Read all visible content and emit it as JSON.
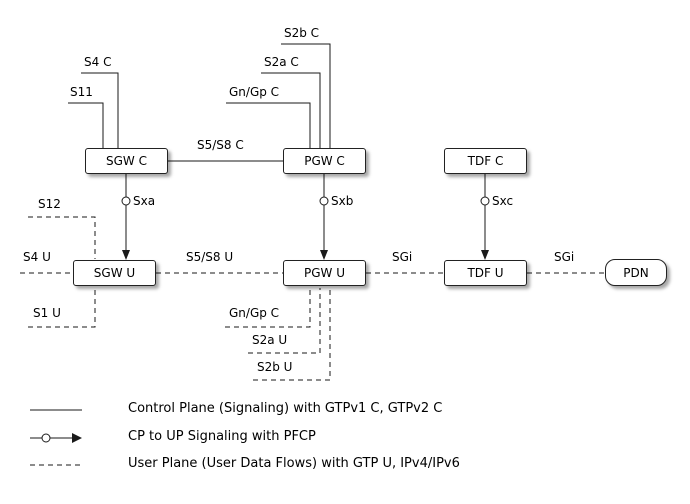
{
  "diagram": {
    "title_hint": "EPC CUPS architecture (control / user plane split)",
    "boxes": [
      {
        "id": "sgw-c",
        "label": "SGW C"
      },
      {
        "id": "pgw-c",
        "label": "PGW C"
      },
      {
        "id": "tdf-c",
        "label": "TDF C"
      },
      {
        "id": "sgw-u",
        "label": "SGW U"
      },
      {
        "id": "pgw-u",
        "label": "PGW U"
      },
      {
        "id": "tdf-u",
        "label": "TDF U"
      },
      {
        "id": "pdn",
        "label": "PDN"
      }
    ],
    "labels": [
      {
        "id": "s2b-c",
        "text": "S2b C"
      },
      {
        "id": "s4-c",
        "text": "S4 C"
      },
      {
        "id": "s2a-c",
        "text": "S2a C"
      },
      {
        "id": "s11",
        "text": "S11"
      },
      {
        "id": "gn-gp-c-top",
        "text": "Gn/Gp C"
      },
      {
        "id": "s5-s8-c",
        "text": "S5/S8 C"
      },
      {
        "id": "s12",
        "text": "S12"
      },
      {
        "id": "sxa",
        "text": "Sxa"
      },
      {
        "id": "sxb",
        "text": "Sxb"
      },
      {
        "id": "sxc",
        "text": "Sxc"
      },
      {
        "id": "s4-u",
        "text": "S4 U"
      },
      {
        "id": "s5-s8-u",
        "text": "S5/S8 U"
      },
      {
        "id": "sgi-1",
        "text": "SGi"
      },
      {
        "id": "sgi-2",
        "text": "SGi"
      },
      {
        "id": "s1-u",
        "text": "S1 U"
      },
      {
        "id": "gn-gp-c-bottom",
        "text": "Gn/Gp C"
      },
      {
        "id": "s2a-u",
        "text": "S2a U"
      },
      {
        "id": "s2b-u",
        "text": "S2b U"
      }
    ],
    "line_color": "#1a1a1a",
    "box_fill": "#ffffff"
  },
  "legend": {
    "items": [
      {
        "symbol": "solid-line-icon",
        "text": "Control Plane (Signaling) with GTPv1 C, GTPv2 C"
      },
      {
        "symbol": "circle-arrow-line-icon",
        "text": "CP to UP Signaling with PFCP"
      },
      {
        "symbol": "dashed-line-icon",
        "text": "User Plane (User Data Flows) with GTP U, IPv4/IPv6"
      }
    ]
  }
}
